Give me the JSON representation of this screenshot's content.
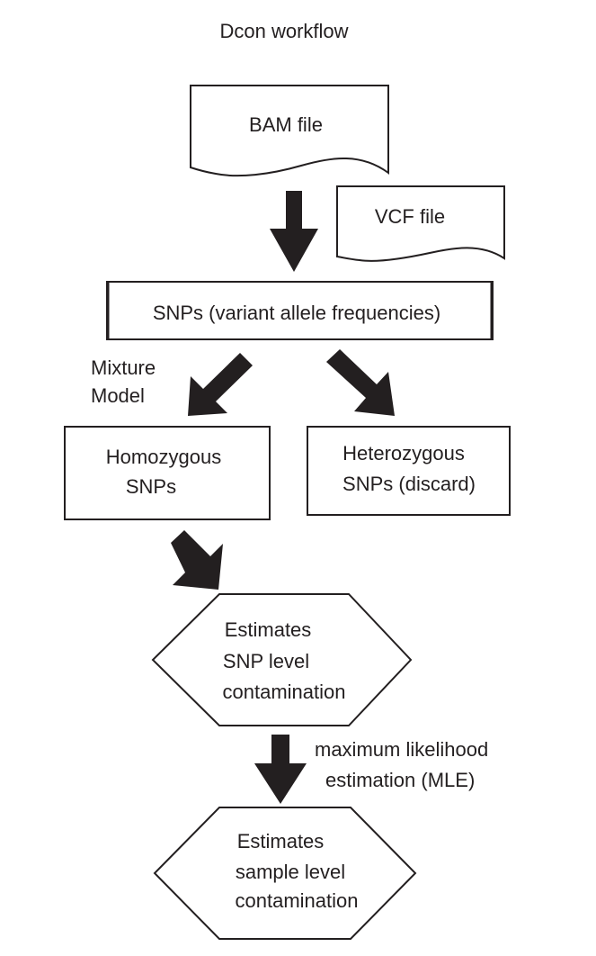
{
  "title": "Dcon workflow",
  "nodes": {
    "bam_file": "BAM file",
    "vcf_file": "VCF file",
    "snps": "SNPs (variant allele frequencies)",
    "homozygous": [
      "Homozygous",
      "SNPs"
    ],
    "heterozygous": [
      "Heterozygous",
      "SNPs (discard)"
    ],
    "snp_level": [
      "Estimates",
      "SNP level",
      "contamination"
    ],
    "sample_level": [
      "Estimates",
      "sample level",
      "contamination"
    ]
  },
  "edge_labels": {
    "mixture_model": [
      "Mixture",
      "Model"
    ],
    "mle": [
      "maximum likelihood",
      "estimation (MLE)"
    ]
  },
  "colors": {
    "stroke": "#231f20",
    "arrow_fill": "#231f20",
    "background": "#ffffff"
  }
}
